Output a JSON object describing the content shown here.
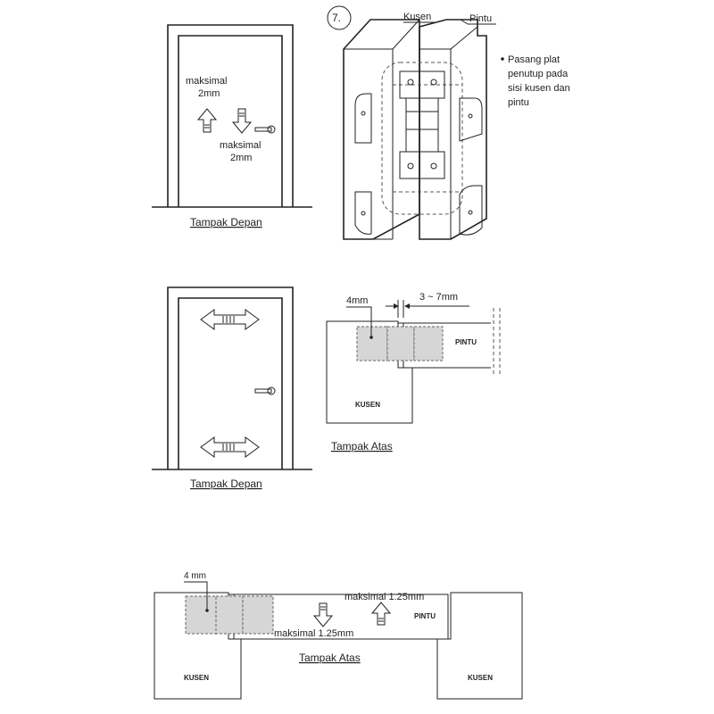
{
  "colors": {
    "line": "#222222",
    "plate_fill": "#d6d6d6",
    "background": "#ffffff"
  },
  "step_number": "7.",
  "panel1": {
    "up_limit_label_1": "maksimal",
    "up_limit_label_2": "2mm",
    "down_limit_label_1": "maksimal",
    "down_limit_label_2": "2mm",
    "caption": "Tampak Depan",
    "hinge_frame_label": "Kusen",
    "hinge_door_label": "Pintu",
    "note_lines": [
      "Pasang plat",
      "penutup pada",
      "sisi kusen dan",
      "pintu"
    ]
  },
  "panel2": {
    "caption": "Tampak Depan",
    "dim_left": "4mm",
    "dim_gap": "3 ~ 7mm",
    "door_label": "PINTU",
    "frame_label": "KUSEN",
    "top_view_caption": "Tampak Atas"
  },
  "panel3": {
    "dim_left": "4 mm",
    "up_label": "maksimal 1.25mm",
    "down_label": "maksimal 1.25mm",
    "door_label": "PINTU",
    "frame_left_label": "KUSEN",
    "frame_right_label": "KUSEN",
    "caption": "Tampak Atas"
  }
}
